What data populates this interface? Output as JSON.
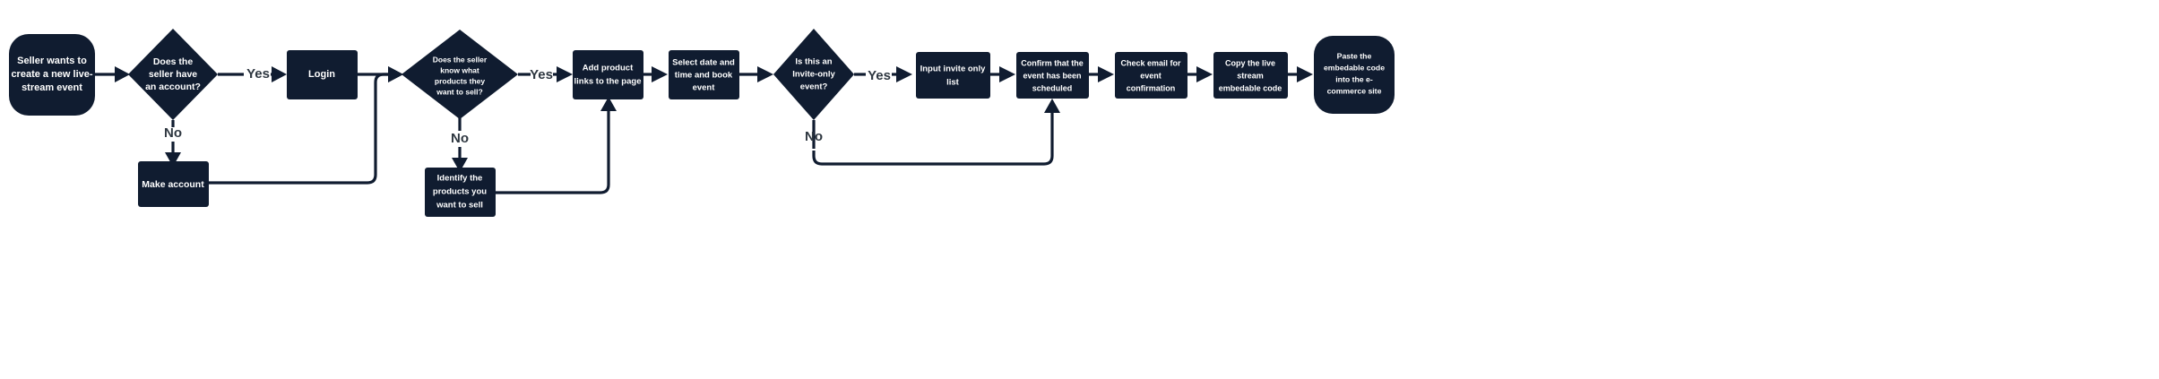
{
  "diagram": {
    "title": "Seller live-stream event creation flow",
    "type": "flowchart",
    "orientation": "left-to-right",
    "colors": {
      "node_fill": "#101c30",
      "node_text": "#ffffff",
      "edge_stroke": "#101c30",
      "edge_label_text": "#2e3740",
      "background": "#ffffff"
    }
  },
  "nodes": {
    "start": {
      "shape": "rounded-terminator",
      "lines": [
        "Seller wants to",
        "create a new live-",
        "stream event"
      ],
      "text": "Seller wants to create a new live-stream event"
    },
    "has_account": {
      "shape": "diamond",
      "lines": [
        "Does the",
        "seller have",
        "an account?"
      ],
      "text": "Does the seller have an account?"
    },
    "make_account": {
      "shape": "rect",
      "lines": [
        "Make account"
      ],
      "text": "Make account"
    },
    "login": {
      "shape": "rect",
      "lines": [
        "Login"
      ],
      "text": "Login"
    },
    "knows_products": {
      "shape": "diamond",
      "lines": [
        "Does the seller",
        "know what",
        "products they",
        "want to sell?"
      ],
      "text": "Does the seller know what products they want to sell?"
    },
    "identify_products": {
      "shape": "rect",
      "lines": [
        "Identify the",
        "products you",
        "want to sell"
      ],
      "text": "Identify the products you want to sell"
    },
    "add_product_links": {
      "shape": "rect",
      "lines": [
        "Add product",
        "links to the page"
      ],
      "text": "Add product links to the page"
    },
    "select_date": {
      "shape": "rect",
      "lines": [
        "Select date and",
        "time and book",
        "event"
      ],
      "text": "Select date and time and book event"
    },
    "invite_only": {
      "shape": "diamond",
      "lines": [
        "Is this an",
        "Invite-only",
        "event?"
      ],
      "text": "Is this an Invite-only event?"
    },
    "input_invite_list": {
      "shape": "rect",
      "lines": [
        "Input invite only",
        "list"
      ],
      "text": "Input invite only list"
    },
    "confirm_scheduled": {
      "shape": "rect",
      "lines": [
        "Confirm that the",
        "event has been",
        "scheduled"
      ],
      "text": "Confirm that the event has been scheduled"
    },
    "check_email": {
      "shape": "rect",
      "lines": [
        "Check email for",
        "event",
        "confirmation"
      ],
      "text": "Check email for event confirmation"
    },
    "copy_code": {
      "shape": "rect",
      "lines": [
        "Copy the live",
        "stream",
        "embedable code"
      ],
      "text": "Copy the live stream embedable code"
    },
    "paste_code": {
      "shape": "rounded-terminator",
      "lines": [
        "Paste the",
        "embedable code",
        "into the e-",
        "commerce site"
      ],
      "text": "Paste the embedable code into the e-commerce site"
    }
  },
  "edge_labels": {
    "has_account_yes": "Yes",
    "has_account_no": "No",
    "knows_products_yes": "Yes",
    "knows_products_no": "No",
    "invite_only_yes": "Yes",
    "invite_only_no": "No"
  },
  "edges": [
    {
      "from": "start",
      "to": "has_account",
      "label": ""
    },
    {
      "from": "has_account",
      "to": "login",
      "label": "Yes"
    },
    {
      "from": "has_account",
      "to": "make_account",
      "label": "No"
    },
    {
      "from": "make_account",
      "to": "knows_products",
      "label": ""
    },
    {
      "from": "login",
      "to": "knows_products",
      "label": ""
    },
    {
      "from": "knows_products",
      "to": "add_product_links",
      "label": "Yes"
    },
    {
      "from": "knows_products",
      "to": "identify_products",
      "label": "No"
    },
    {
      "from": "identify_products",
      "to": "add_product_links",
      "label": ""
    },
    {
      "from": "add_product_links",
      "to": "select_date",
      "label": ""
    },
    {
      "from": "select_date",
      "to": "invite_only",
      "label": ""
    },
    {
      "from": "invite_only",
      "to": "input_invite_list",
      "label": "Yes"
    },
    {
      "from": "invite_only",
      "to": "confirm_scheduled",
      "label": "No"
    },
    {
      "from": "input_invite_list",
      "to": "confirm_scheduled",
      "label": ""
    },
    {
      "from": "confirm_scheduled",
      "to": "check_email",
      "label": ""
    },
    {
      "from": "check_email",
      "to": "copy_code",
      "label": ""
    },
    {
      "from": "copy_code",
      "to": "paste_code",
      "label": ""
    }
  ]
}
